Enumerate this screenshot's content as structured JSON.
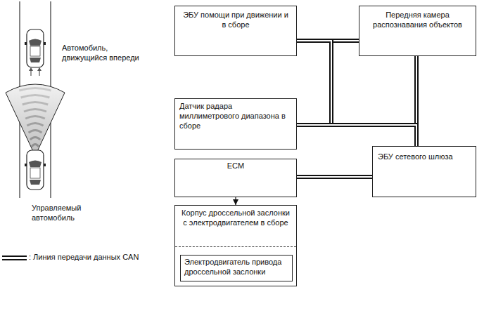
{
  "diagram": {
    "nodes": [
      {
        "text": [
          "ЭБУ помощи при движении и в сборе"
        ]
      },
      {
        "text": [
          "Передняя камера распознавания объектов"
        ]
      },
      {
        "text": [
          "Датчик радара миллиметрового диапазона в сборе"
        ]
      },
      {
        "text": [
          "ECM"
        ]
      },
      {
        "text": [
          "ЭБУ сетевого шлюза"
        ]
      },
      {
        "text": [
          "Корпус дроссельной заслонки с электродвигателем в сборе"
        ]
      },
      {
        "text": [
          "Электродвигатель привода дроссельной заслонки"
        ],
        "in": 5
      }
    ],
    "edges": [
      {
        "from": 0,
        "to": 1,
        "arrow": "none"
      },
      {
        "from": 0,
        "to": 4,
        "arrow": "none"
      },
      {
        "from": 1,
        "to": 4,
        "arrow": "none"
      },
      {
        "from": 2,
        "to": 4,
        "arrow": "none"
      },
      {
        "from": 3,
        "to": 4,
        "arrow": "none"
      },
      {
        "from": 3,
        "to": 5,
        "arrow": "to"
      }
    ],
    "labels": [
      "Автомобиль, движущийся впереди",
      "Управляемый автомобиль"
    ],
    "legend": [
      {
        "text": ": Линия передачи данных CAN"
      }
    ]
  }
}
